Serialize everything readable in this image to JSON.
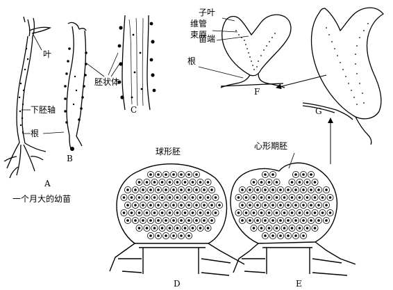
{
  "labels": {
    "leaf": "叶",
    "hypocotyl": "下胚轴",
    "root": "根",
    "embryoids": "胚状体",
    "seedling_caption": "一个月大的幼苗",
    "cotyledon": "子叶",
    "vascular_line1": "维管",
    "vascular_line2": "束原",
    "shoot_tip": "苗端",
    "root_f": "根",
    "globular": "球形胚",
    "heart": "心形期胚"
  },
  "panel_letters": {
    "a": "A",
    "b": "B",
    "c": "C",
    "d": "D",
    "e": "E",
    "f": "F",
    "g": "G"
  }
}
